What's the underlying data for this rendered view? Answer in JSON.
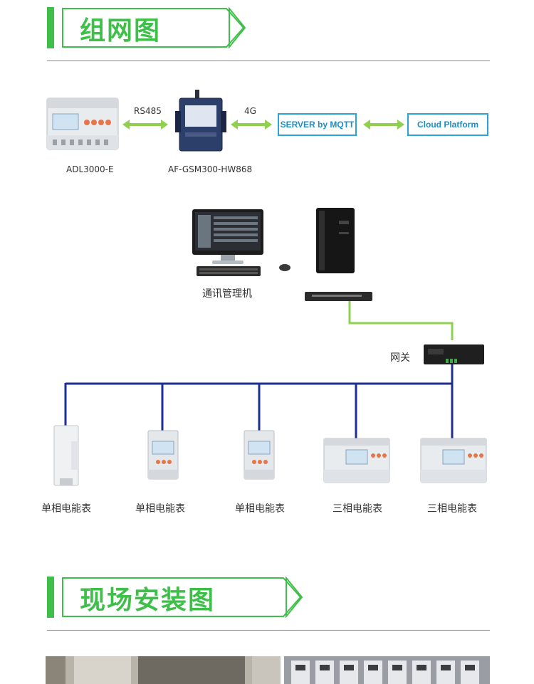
{
  "section1": {
    "title": "组网图"
  },
  "section2": {
    "title": "现场安装图"
  },
  "top_row": {
    "meter_label": "ADL3000-E",
    "gateway_label": "AF-GSM300-HW868",
    "link1_label": "RS485",
    "link2_label": "4G",
    "server_label": "SERVER by MQTT",
    "cloud_label": "Cloud Platform"
  },
  "network": {
    "pc_label": "通讯管理机",
    "gateway_label": "网关",
    "meters": [
      {
        "label": "单相电能表"
      },
      {
        "label": "单相电能表"
      },
      {
        "label": "单相电能表"
      },
      {
        "label": "三相电能表"
      },
      {
        "label": "三相电能表"
      }
    ]
  },
  "colors": {
    "accent_green": "#3fbf4a",
    "arrow_green": "#8fd14f",
    "bus_blue": "#1f2f8f",
    "box_blue": "#2aa3d6"
  }
}
